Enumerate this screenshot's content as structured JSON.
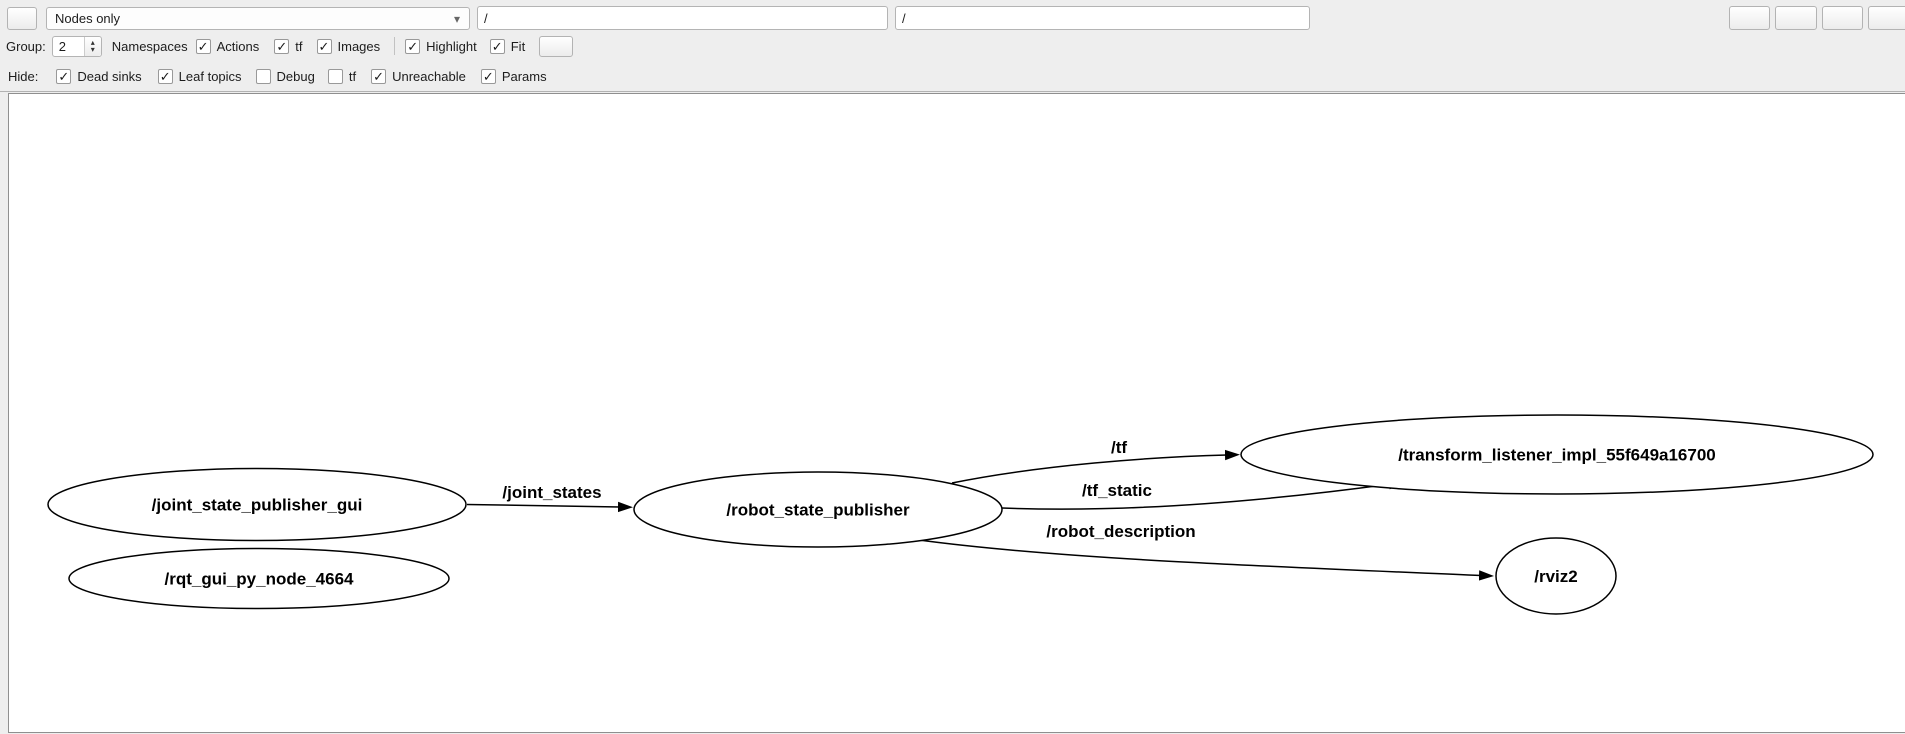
{
  "icons": {
    "dropdown_arrow": "▾",
    "spin_up": "▴",
    "spin_down": "▾"
  },
  "toolbar": {
    "row1": {
      "graph_type": "Nodes only",
      "node_filter": "/",
      "topic_filter": "/"
    },
    "row2": {
      "group_label": "Group:",
      "group_value": "2",
      "namespaces_label": "Namespaces",
      "checks": [
        {
          "label": "Actions",
          "mark": "✓"
        },
        {
          "label": "tf",
          "mark": "✓"
        },
        {
          "label": "Images",
          "mark": "✓"
        },
        {
          "label": "Highlight",
          "mark": "✓"
        },
        {
          "label": "Fit",
          "mark": "✓"
        }
      ]
    },
    "row3": {
      "hide_label": "Hide:",
      "checks": [
        {
          "label": "Dead sinks",
          "mark": "✓"
        },
        {
          "label": "Leaf topics",
          "mark": "✓"
        },
        {
          "label": "Debug",
          "mark": ""
        },
        {
          "label": "tf",
          "mark": ""
        },
        {
          "label": "Unreachable",
          "mark": "✓"
        },
        {
          "label": "Params",
          "mark": "✓"
        }
      ]
    }
  },
  "graph": {
    "nodes": [
      {
        "label": "/joint_state_publisher_gui"
      },
      {
        "label": "/rqt_gui_py_node_4664"
      },
      {
        "label": "/robot_state_publisher"
      },
      {
        "label": "/transform_listener_impl_55f649a16700"
      },
      {
        "label": "/rviz2"
      }
    ],
    "edges": [
      {
        "label": "/joint_states",
        "from": "/joint_state_publisher_gui",
        "to": "/robot_state_publisher"
      },
      {
        "label": "/tf",
        "from": "/robot_state_publisher",
        "to": "/transform_listener_impl_55f649a16700"
      },
      {
        "label": "/tf_static",
        "from": "/robot_state_publisher",
        "to": "/transform_listener_impl_55f649a16700"
      },
      {
        "label": "/robot_description",
        "from": "/robot_state_publisher",
        "to": "/rviz2"
      }
    ]
  },
  "colors": {
    "toolbar_bg": "#eeeeee",
    "canvas_bg": "#ffffff",
    "graph_stroke": "#000000"
  }
}
